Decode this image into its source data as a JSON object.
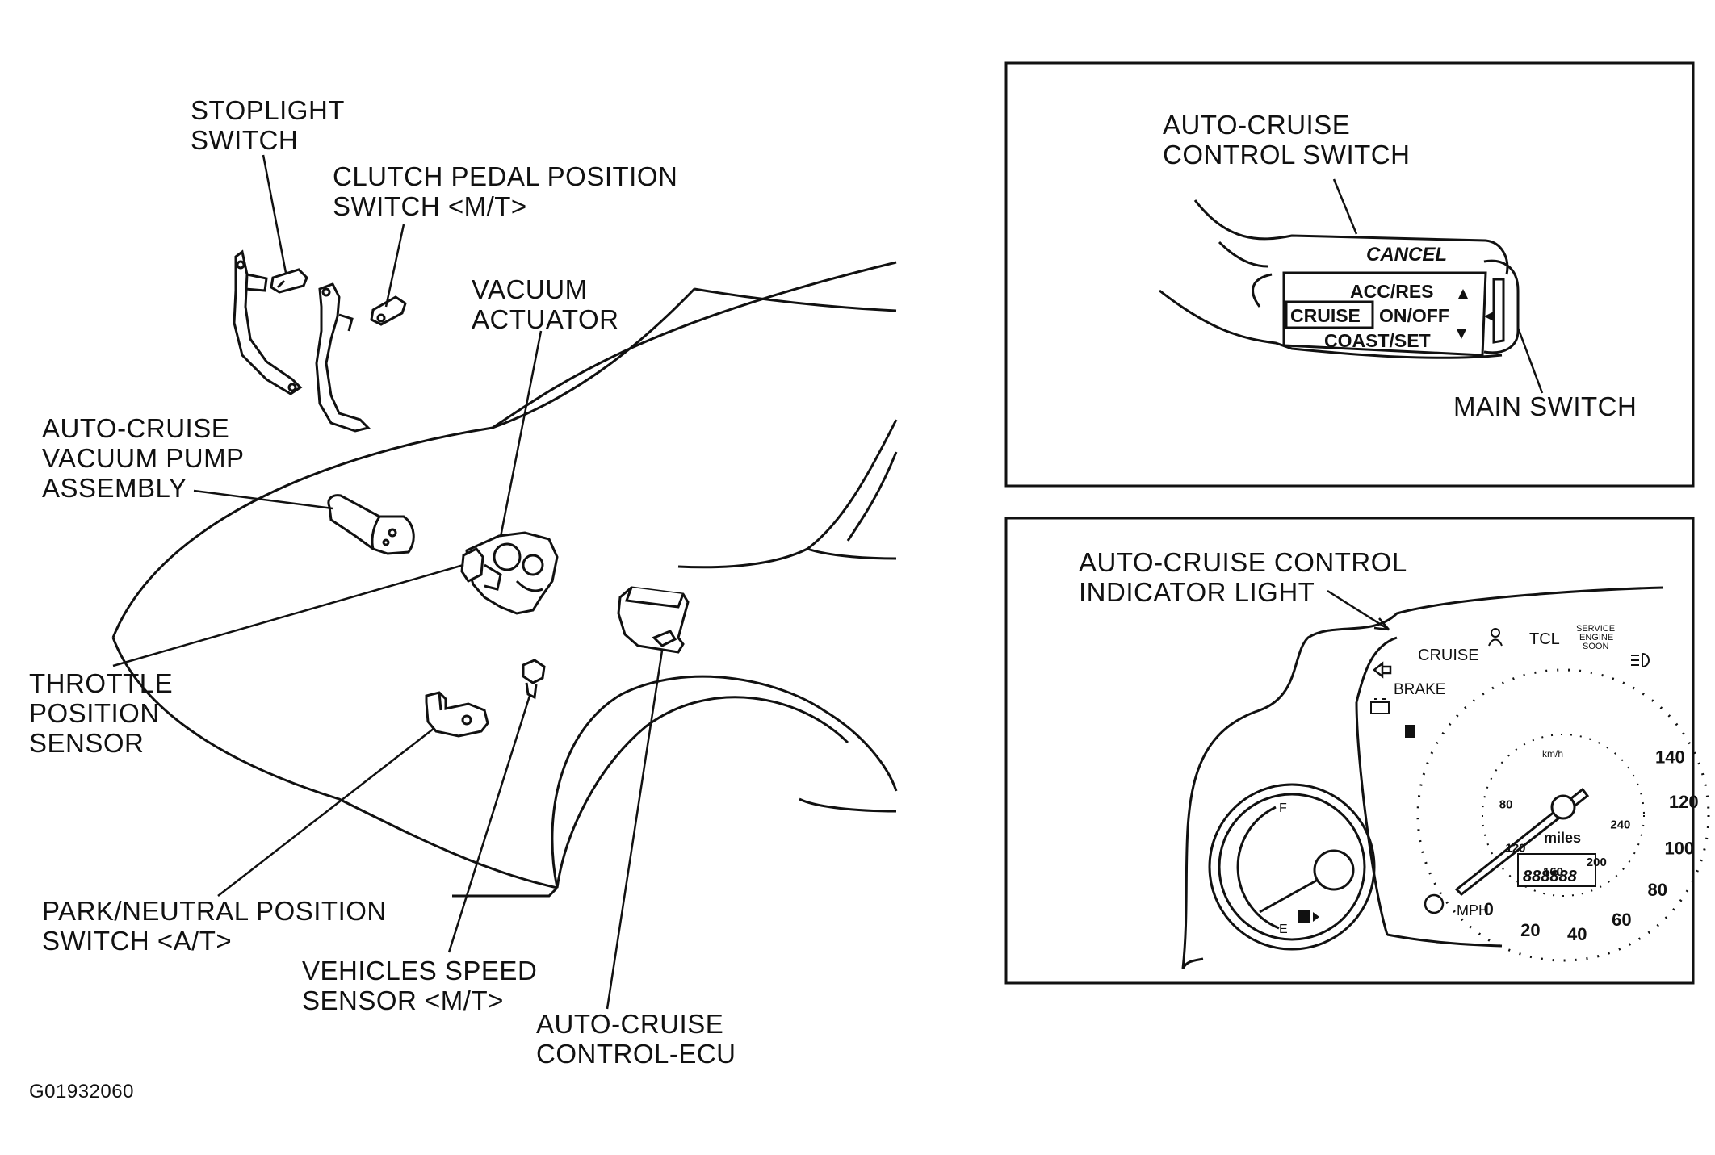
{
  "labels": {
    "stoplight_switch": "STOPLIGHT\nSWITCH",
    "clutch_pedal_switch": "CLUTCH PEDAL POSITION\nSWITCH <M/T>",
    "vacuum_actuator": "VACUUM\nACTUATOR",
    "vacuum_pump": "AUTO-CRUISE\nVACUUM PUMP\nASSEMBLY",
    "throttle_sensor": "THROTTLE\nPOSITION\nSENSOR",
    "park_neutral_switch": "PARK/NEUTRAL POSITION\nSWITCH <A/T>",
    "vehicle_speed_sensor": "VEHICLES SPEED\nSENSOR <M/T>",
    "control_ecu": "AUTO-CRUISE\nCONTROL-ECU",
    "figure_code": "G01932060"
  },
  "switch_panel": {
    "control_switch_label": "AUTO-CRUISE\nCONTROL SWITCH",
    "main_switch_label": "MAIN SWITCH",
    "cancel": "CANCEL",
    "acc_res": "ACC/RES",
    "cruise": "CRUISE",
    "on_off": "ON/OFF",
    "coast_set": "COAST/SET"
  },
  "cluster_panel": {
    "indicator_label": "AUTO-CRUISE CONTROL\nINDICATOR LIGHT",
    "cruise": "CRUISE",
    "brake": "BRAKE",
    "tcl": "TCL",
    "service_engine_soon": "SERVICE\nENGINE\nSOON",
    "mph_ticks": [
      "0",
      "20",
      "40",
      "60",
      "80",
      "100",
      "120",
      "140"
    ],
    "kmh_ticks": [
      "80",
      "120",
      "160",
      "200",
      "240"
    ],
    "mph_unit": "MPH",
    "kmh_unit": "km/h",
    "miles": "miles",
    "fuel_full": "F",
    "fuel_empty": "E",
    "odometer": "888888"
  }
}
